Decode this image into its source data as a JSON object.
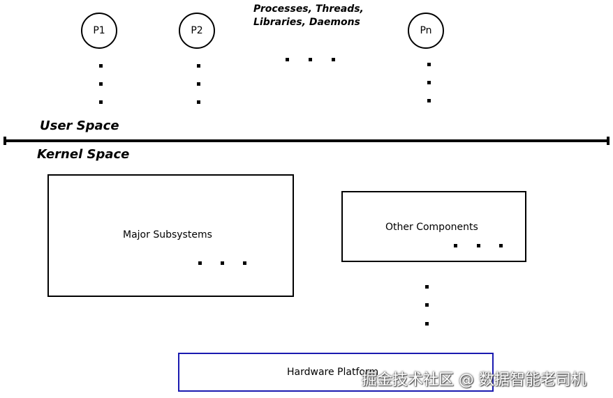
{
  "processes": [
    {
      "label": "P1"
    },
    {
      "label": "P2"
    },
    {
      "label": "Pn"
    }
  ],
  "process_caption": {
    "line1": "Processes, Threads,",
    "line2": "Libraries, Daemons"
  },
  "user_space_label": "User Space",
  "kernel_space_label": "Kernel Space",
  "major_subsystems_label": "Major Subsystems",
  "other_components_label": "Other Components",
  "hardware_platform_label": "Hardware Platform",
  "watermark": "掘金技术社区 @ 数据智能老司机",
  "colors": {
    "outline": "#000000",
    "hardware_border": "#1a1ab0",
    "background": "#ffffff"
  }
}
